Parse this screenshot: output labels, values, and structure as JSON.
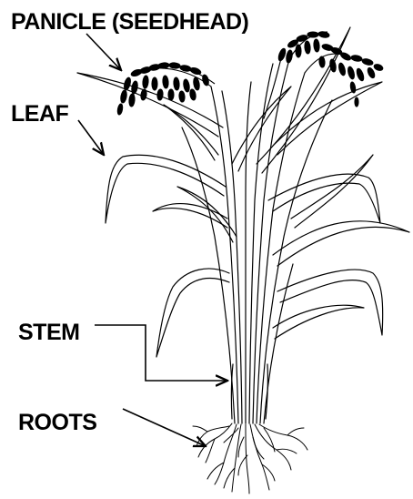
{
  "labels": {
    "panicle": "PANICLE (SEEDHEAD)",
    "leaf": "LEAF",
    "stem": "STEM",
    "roots": "ROOTS"
  },
  "colors": {
    "ink": "#000000",
    "background": "#ffffff"
  }
}
